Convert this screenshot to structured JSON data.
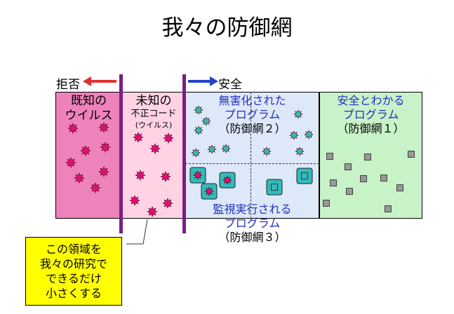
{
  "title": "我々の防御網",
  "arrows": {
    "reject": "拒否",
    "safe": "安全"
  },
  "zones": {
    "known": {
      "line1": "既知の",
      "line2": "ウイルス"
    },
    "unknown": {
      "line1": "未知の",
      "line2": "不正コード",
      "line3": "(ウイルス)"
    },
    "harmless": {
      "line1": "無害化された",
      "line2": "プログラム",
      "line3": "（防御網２）"
    },
    "monitored": {
      "line1": "監視実行される",
      "line2": "プログラム",
      "line3": "（防御網３）"
    },
    "safe": {
      "line1": "安全とわかる",
      "line2": "プログラム",
      "line3": "（防御網１）"
    }
  },
  "callout": {
    "line1": "この領域を",
    "line2": "我々の研究で",
    "line3": "できるだけ",
    "line4": "小さくする"
  },
  "colors": {
    "virus": "#e0107a",
    "harmless_program": "#33bbbb",
    "safe_program": "#999999",
    "divider": "#7a1e83",
    "reject_arrow": "#e03030",
    "safe_arrow": "#2244cc"
  }
}
